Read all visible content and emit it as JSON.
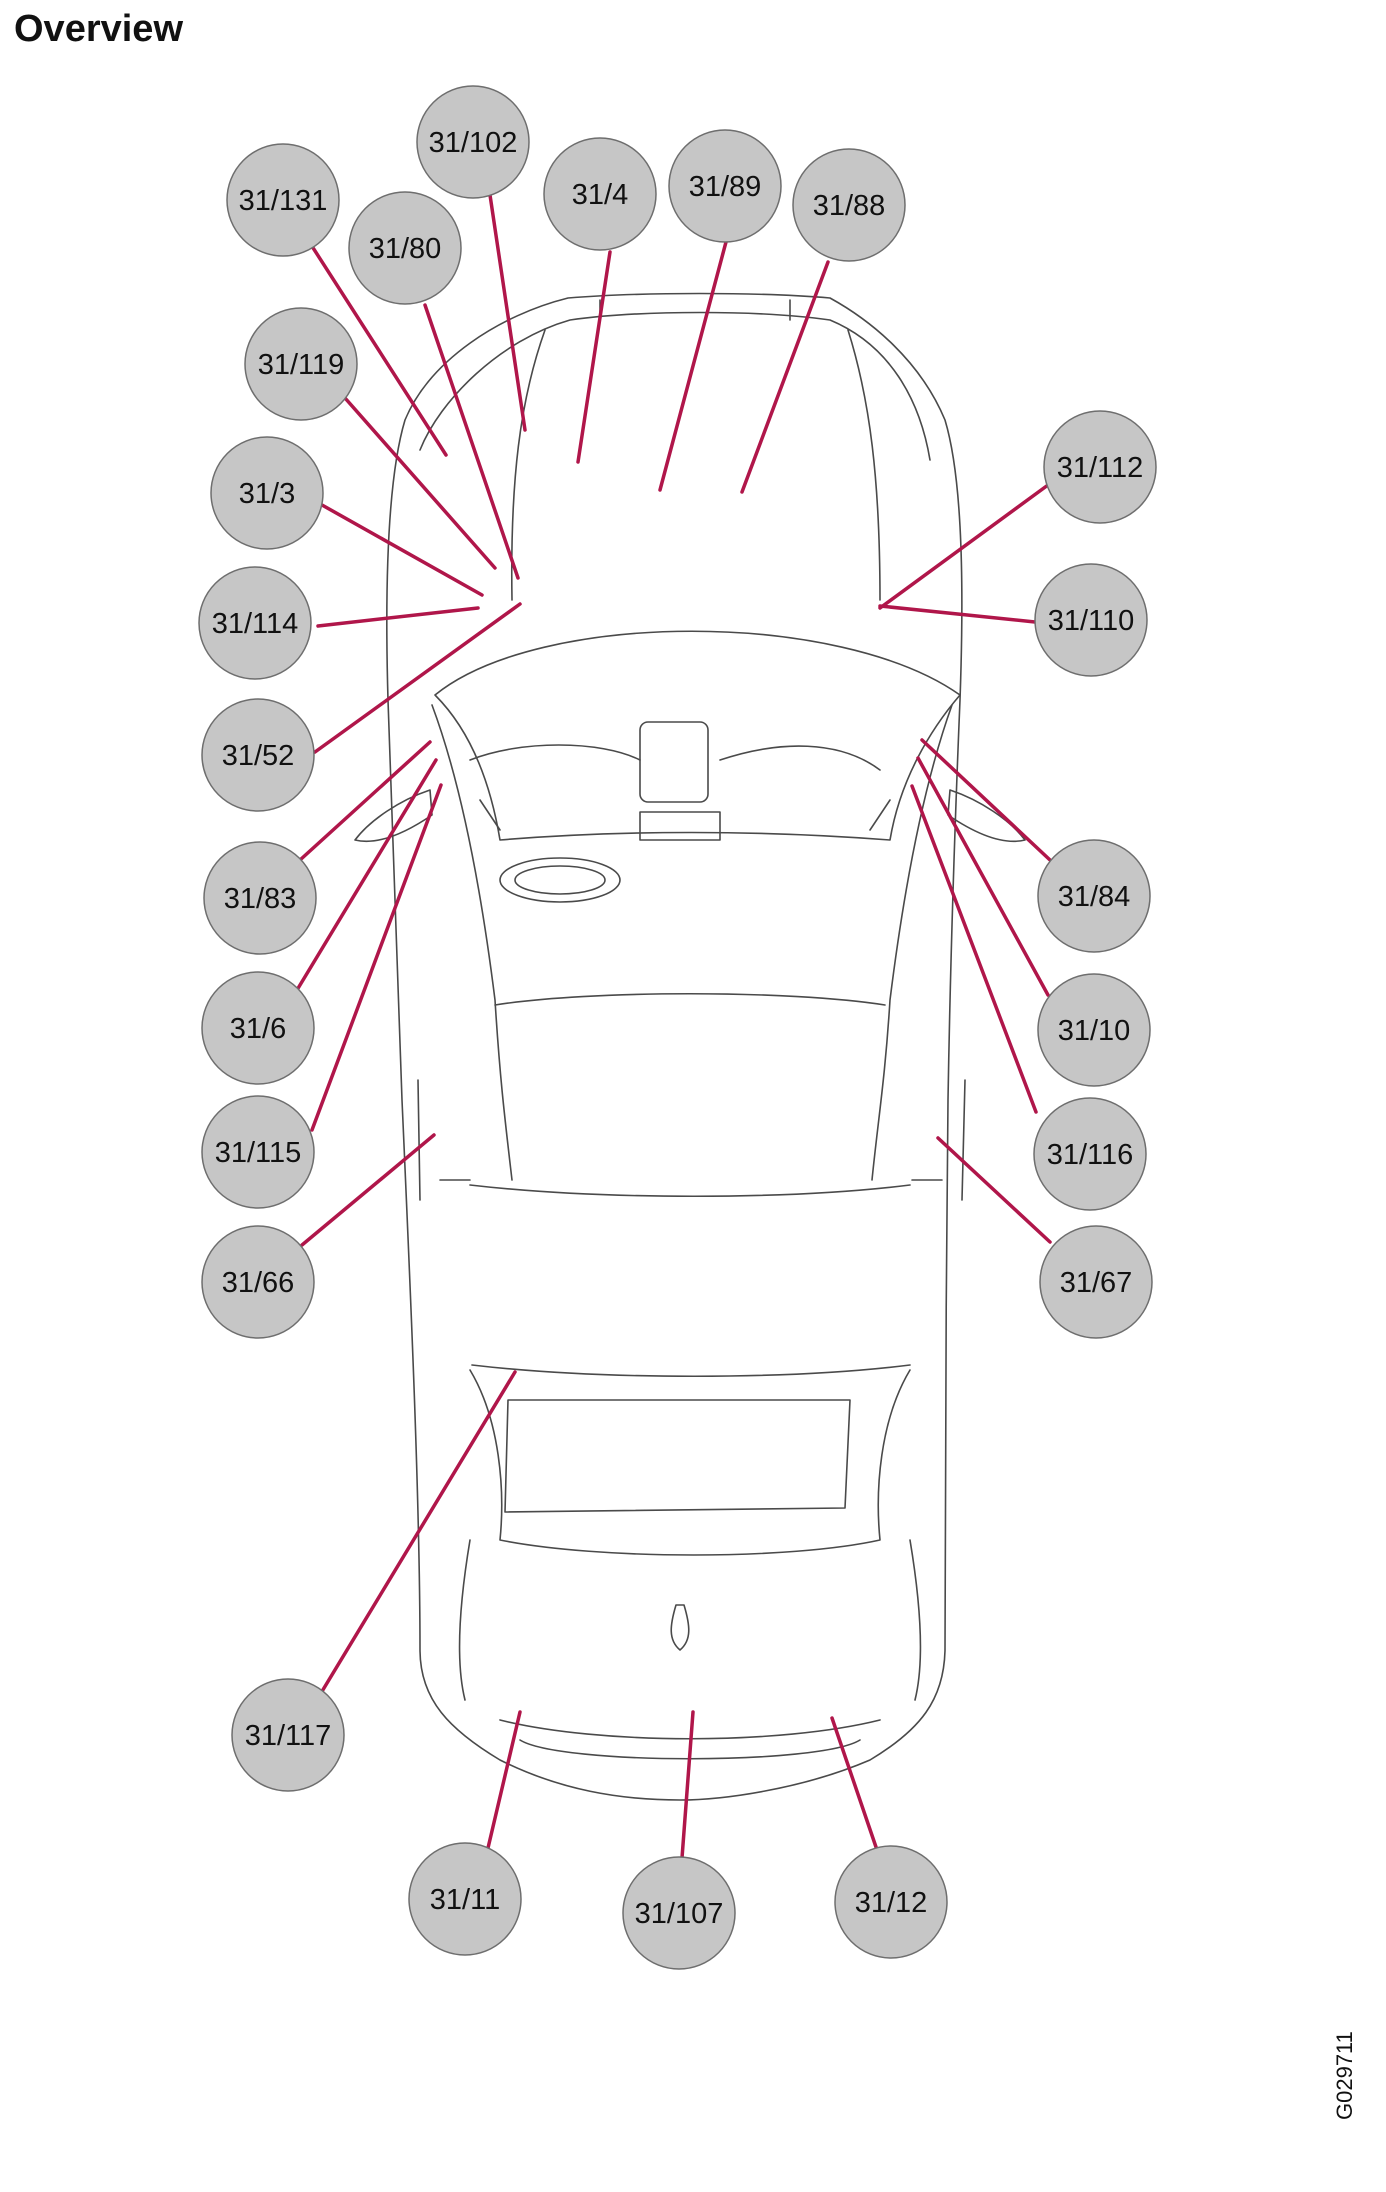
{
  "header": {
    "title": "Overview"
  },
  "figure_id": "G029711",
  "colors": {
    "callout_fill": "#c6c6c6",
    "leader_line": "#b0164a",
    "car_outline": "#4a4a4a"
  },
  "callouts": [
    {
      "label": "31/102"
    },
    {
      "label": "31/131"
    },
    {
      "label": "31/4"
    },
    {
      "label": "31/89"
    },
    {
      "label": "31/88"
    },
    {
      "label": "31/80"
    },
    {
      "label": "31/119"
    },
    {
      "label": "31/3"
    },
    {
      "label": "31/114"
    },
    {
      "label": "31/52"
    },
    {
      "label": "31/83"
    },
    {
      "label": "31/6"
    },
    {
      "label": "31/115"
    },
    {
      "label": "31/66"
    },
    {
      "label": "31/112"
    },
    {
      "label": "31/110"
    },
    {
      "label": "31/84"
    },
    {
      "label": "31/10"
    },
    {
      "label": "31/116"
    },
    {
      "label": "31/67"
    },
    {
      "label": "31/117"
    },
    {
      "label": "31/11"
    },
    {
      "label": "31/107"
    },
    {
      "label": "31/12"
    }
  ]
}
